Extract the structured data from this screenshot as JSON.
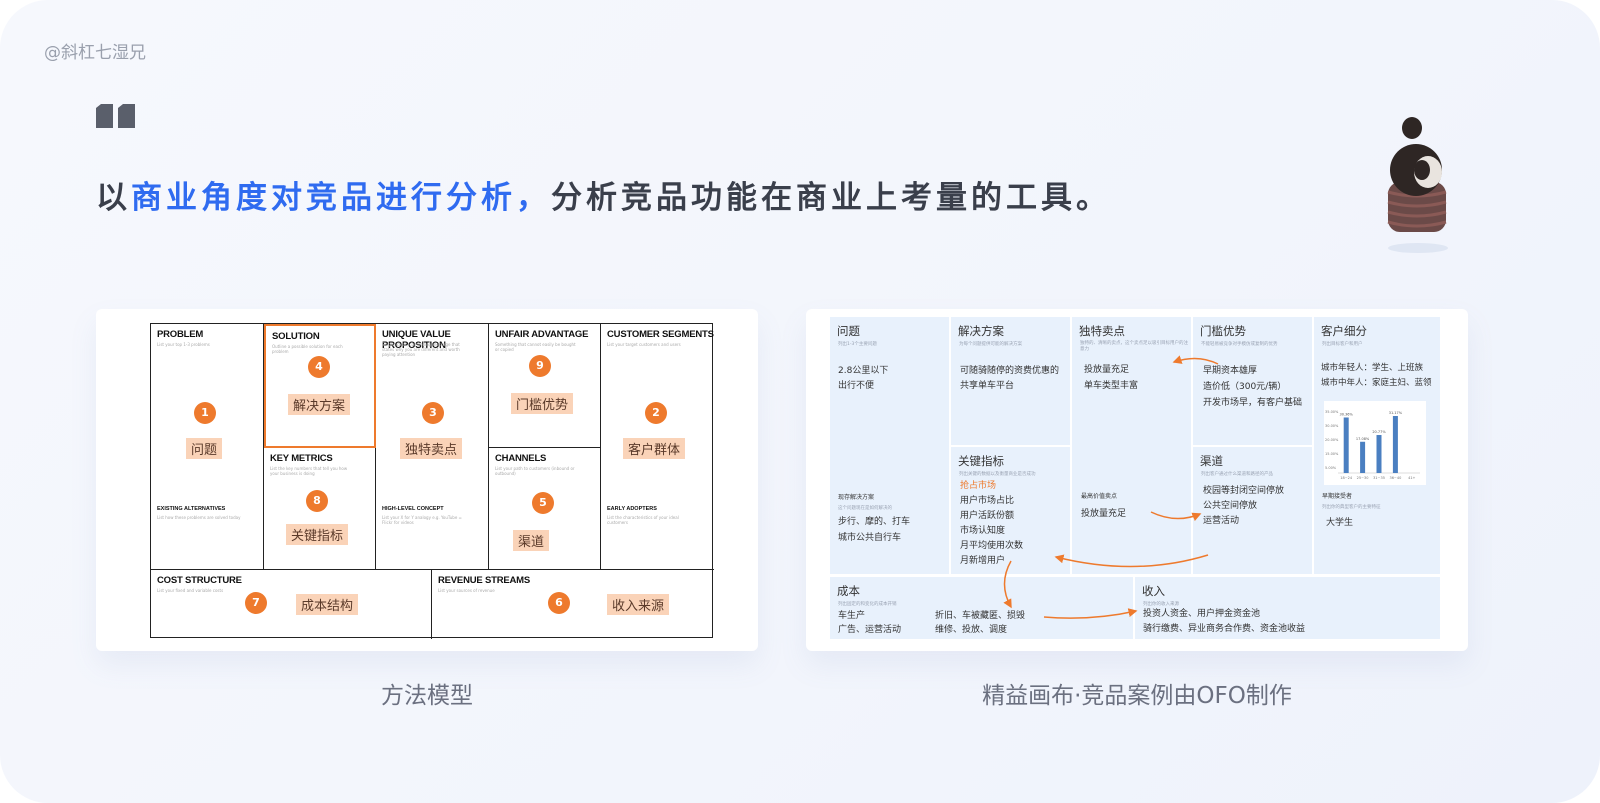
{
  "watermark": "@斜杠七湿兄",
  "headline": {
    "prefix": "以",
    "highlight": "商业角度对竞品进行分析，",
    "rest": "分析竞品功能在商业上考量的工具。"
  },
  "colors": {
    "accent_blue": "#2f6bf0",
    "accent_orange": "#ee7a2d",
    "tag_bg": "#fad3b8",
    "cell_blue": "#e8f1fc"
  },
  "icons": {
    "quote": "quote-mark-icon",
    "figure": "decorative-figurine"
  },
  "left_card": {
    "caption": "方法模型",
    "cells": {
      "problem": {
        "title": "PROBLEM",
        "sub": "List your top 1-3 problems",
        "num": "1",
        "tag": "问题",
        "small": "EXISTING ALTERNATIVES",
        "small_sub": "List how these problems are solved today"
      },
      "solution": {
        "title": "SOLUTION",
        "sub": "Outline a possible solution for each problem",
        "num": "4",
        "tag": "解决方案"
      },
      "metrics": {
        "title": "KEY METRICS",
        "sub": "List the key numbers that tell you how your business is doing",
        "num": "8",
        "tag": "关键指标"
      },
      "uvp": {
        "title": "UNIQUE VALUE PROPOSITION",
        "sub": "Single, clear, compelling message that states why you are different and worth paying attention",
        "num": "3",
        "tag": "独特卖点",
        "small": "HIGH-LEVEL CONCEPT",
        "small_sub": "List your X for Y analogy e.g. YouTube = Flickr for videos"
      },
      "unfair": {
        "title": "UNFAIR ADVANTAGE",
        "sub": "Something that cannot easily be bought or copied",
        "num": "9",
        "tag": "门槛优势"
      },
      "channels": {
        "title": "CHANNELS",
        "sub": "List your path to customers (inbound or outbound)",
        "num": "5",
        "tag": "渠道"
      },
      "segments": {
        "title": "CUSTOMER SEGMENTS",
        "sub": "List your target customers and users",
        "num": "2",
        "tag": "客户群体",
        "small": "EARLY ADOPTERS",
        "small_sub": "List the characteristics of your ideal customers"
      },
      "cost": {
        "title": "COST STRUCTURE",
        "sub": "List your fixed and variable costs",
        "num": "7",
        "tag": "成本结构"
      },
      "revenue": {
        "title": "REVENUE STREAMS",
        "sub": "List your sources of revenue",
        "num": "6",
        "tag": "收入来源"
      }
    }
  },
  "right_card": {
    "caption": "精益画布·竞品案例由OFO制作",
    "problem": {
      "title": "问题",
      "sub": "列出1-3个主要问题",
      "lines": [
        "2.8公里以下",
        "出行不便"
      ],
      "alt_title": "现存解决方案",
      "alt_sub": "这个问题现在是如何解决的",
      "alt_lines": [
        "步行、摩的、打车",
        "城市公共自行车"
      ]
    },
    "solution": {
      "title": "解决方案",
      "sub": "为每个问题提供可能的解决方案",
      "lines": [
        "可随骑随停的资费优惠的",
        "共享单车平台"
      ]
    },
    "metrics": {
      "title": "关键指标",
      "sub": "列出关键的数据以及衡量商业是否成功",
      "highlight": "抢占市场",
      "lines": [
        "用户市场占比",
        "用户活跃份额",
        "市场认知度",
        "月平均使用次数",
        "月新增用户"
      ]
    },
    "uvp": {
      "title": "独特卖点",
      "sub": "独特的、清晰的卖点，这个卖点足以吸引目标用户的注意力",
      "lines": [
        "投放量充足",
        "单车类型丰富"
      ],
      "concept_title": "最高价值卖点",
      "concept_lines": [
        "投放量充足"
      ]
    },
    "unfair": {
      "title": "门槛优势",
      "sub": "不能轻易被竞争对手模仿或复制的优势",
      "lines": [
        "早期资本雄厚",
        "造价低（300元/辆）",
        "开发市场早，有客户基础"
      ]
    },
    "channels": {
      "title": "渠道",
      "sub": "列出客户通过什么渠道和路径的产品",
      "lines": [
        "校园等封闭空间停放",
        "公共空间停放",
        "运营活动"
      ]
    },
    "segments": {
      "title": "客户细分",
      "sub": "列出目标客户和用户",
      "lines": [
        "城市年轻人：学生、上班族",
        "城市中年人：家庭主妇、蓝领"
      ],
      "early_title": "早期接受者",
      "early_sub": "列出你的典型客户的主要特征",
      "early_lines": [
        "大学生"
      ]
    },
    "cost": {
      "title": "成本",
      "sub": "列出固定的和变化的成本开销",
      "left_lines": [
        "车生产",
        "广告、运营活动"
      ],
      "right_lines": [
        "折旧、车被藏匿、损毁",
        "维修、投放、调度"
      ]
    },
    "revenue": {
      "title": "收入",
      "sub": "列出你的收入来源",
      "lines": [
        "投资人资金、用户押金资金池",
        "骑行缴费、异业商务合作费、资金池收益"
      ]
    },
    "chart_data": {
      "type": "bar",
      "categories": [
        "18~24",
        "25~30",
        "31~35",
        "36~40",
        "41+"
      ],
      "values": [
        30.36,
        17.08,
        20.77,
        31.17
      ],
      "bar_labels": [
        "30.36%",
        "17.08%",
        "20.77%",
        "31.17%"
      ],
      "ytick_labels": [
        "35.00%",
        "30.00%",
        "20.00%",
        "15.00%",
        "5.00%"
      ],
      "ylim": [
        0,
        35
      ]
    }
  }
}
